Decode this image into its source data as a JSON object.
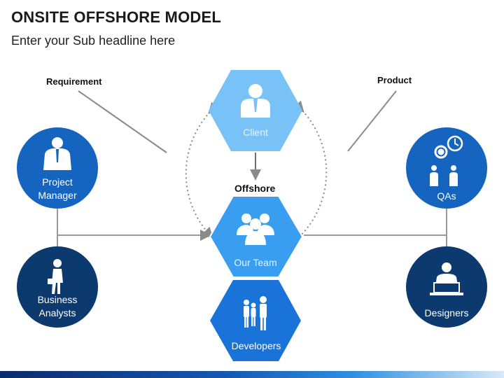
{
  "header": {
    "title": "ONSITE OFFSHORE MODEL",
    "subtitle": "Enter your Sub headline here"
  },
  "labels": {
    "requirement": "Requirement",
    "product": "Product",
    "offshore": "Offshore"
  },
  "nodes": {
    "client": "Client",
    "our_team": "Our Team",
    "developers": "Developers",
    "project_manager": "Project\nManager",
    "business_analysts": "Business\nAnalysts",
    "qas": "QAs",
    "designers": "Designers"
  },
  "colors": {
    "hex_light": "#79c2f7",
    "hex_mid": "#3a9ef0",
    "hex_dark": "#1a73d9",
    "circle_blue": "#1565c0",
    "circle_navy": "#0d3a6e",
    "connector": "#9a9a9a"
  },
  "icons": {
    "client": "businessman-icon",
    "our_team": "team-icon",
    "developers": "people-standing-icon",
    "project_manager": "manager-icon",
    "business_analysts": "analyst-walking-icon",
    "qas": "gears-clock-icon",
    "designers": "designer-at-desk-icon"
  }
}
